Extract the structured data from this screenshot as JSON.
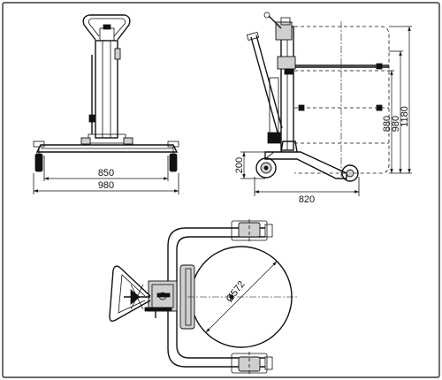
{
  "dimensions": {
    "front_inner_width": "850",
    "front_outer_width": "980",
    "side_base_height": "200",
    "side_length": "820",
    "side_height_1": "880",
    "side_height_2": "980",
    "side_height_3": "1180",
    "drum_diameter": "Ø572"
  }
}
